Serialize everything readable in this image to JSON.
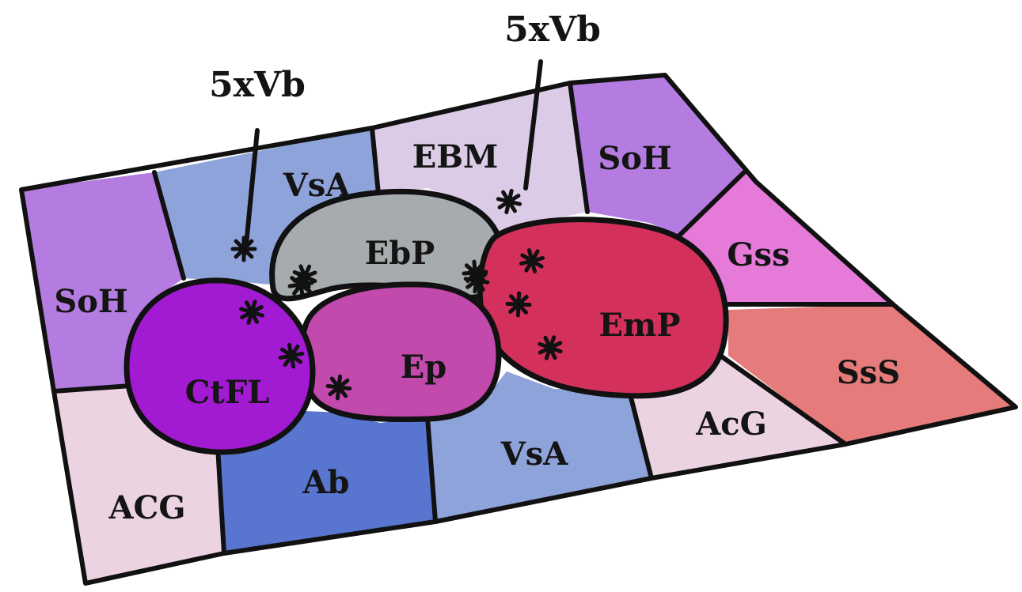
{
  "callouts": {
    "left": "5xVb",
    "right": "5xVb"
  },
  "regions": {
    "soh_left": "SoH",
    "vsa_top": "VsA",
    "ebm": "EBM",
    "soh_right": "SoH",
    "gss": "Gss",
    "ebp": "EbP",
    "ctfl": "CtFL",
    "ep": "Ep",
    "emp": "EmP",
    "sss": "SsS",
    "acg_right": "AcG",
    "vsa_bottom": "VsA",
    "ab": "Ab",
    "acg_left": "ACG"
  },
  "colors": {
    "soh": "#b47ce0",
    "vsa": "#8ea3d9",
    "ebm": "#dccbe6",
    "gss": "#e57ad9",
    "ebp": "#a6abae",
    "ctfl": "#a31ad3",
    "ep": "#c24aad",
    "emp": "#d3305c",
    "sss": "#e57b7b",
    "acg": "#ecd3e2",
    "ab": "#5876cf"
  },
  "marks": {
    "count": 12,
    "icon": "asterisk-mark-icon"
  }
}
